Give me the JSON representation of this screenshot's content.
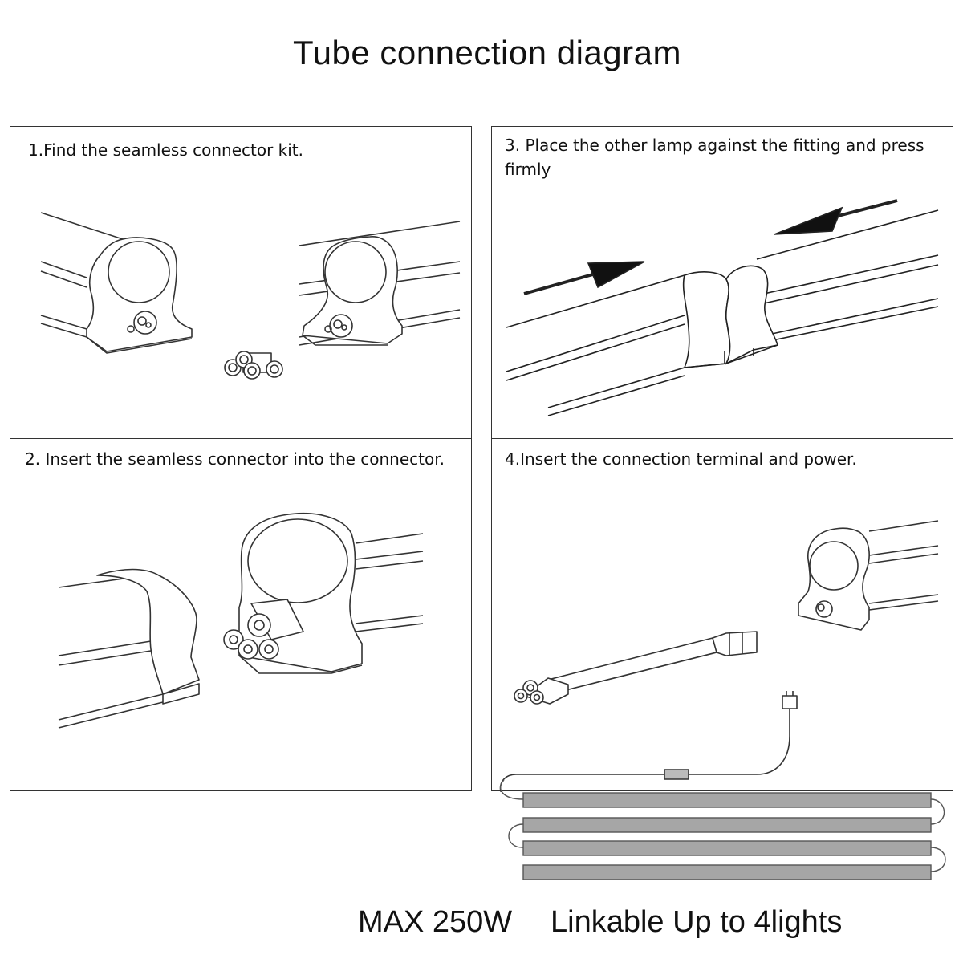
{
  "title": "Tube connection diagram",
  "steps": [
    {
      "text": "1.Find the seamless connector kit."
    },
    {
      "text": "2. Insert the seamless connector into the connector."
    },
    {
      "text": "3. Place the other lamp against the fitting and press firmly"
    },
    {
      "text": "4.Insert the connection terminal and power."
    }
  ],
  "footer": {
    "max_power": "MAX 250W",
    "linkable": "Linkable Up to 4lights"
  }
}
